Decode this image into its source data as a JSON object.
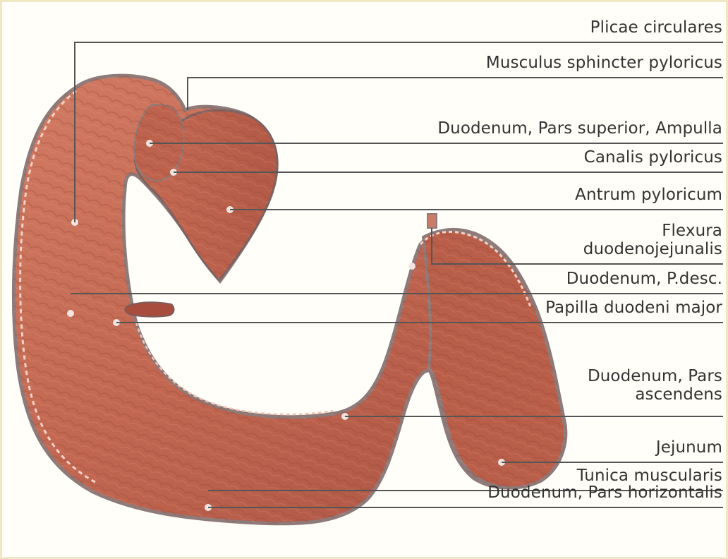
{
  "labels": {
    "plicae_circulares": "Plicae circulares",
    "musculus_sphincter_pyloricus": "Musculus sphincter pyloricus",
    "duodenum_pars_superior_ampulla": "Duodenum, Pars superior, Ampulla",
    "canalis_pyloricus": "Canalis pyloricus",
    "antrum_pyloricum": "Antrum pyloricum",
    "flexura_line_1": "Flexura",
    "flexura_line_2": "duodenojejunalis",
    "duodenum_p_desc": "Duodenum, P.desc.",
    "papilla_duodeni_major": "Papilla duodeni major",
    "duodenum_pars_ascendens_line_1": "Duodenum, Pars",
    "duodenum_pars_ascendens_line_2": "ascendens",
    "jejunum": "Jejunum",
    "tunica_muscularis": "Tunica muscularis",
    "duodenum_pars_horizontalis": "Duodenum, Pars horizontalis"
  },
  "colors": {
    "background": "#fffef8",
    "tissue": "#c66a52",
    "tissue_dark": "#8f3f31",
    "tissue_light": "#e3a38e",
    "outline": "#8d7a79",
    "leader_line": "#555555"
  }
}
